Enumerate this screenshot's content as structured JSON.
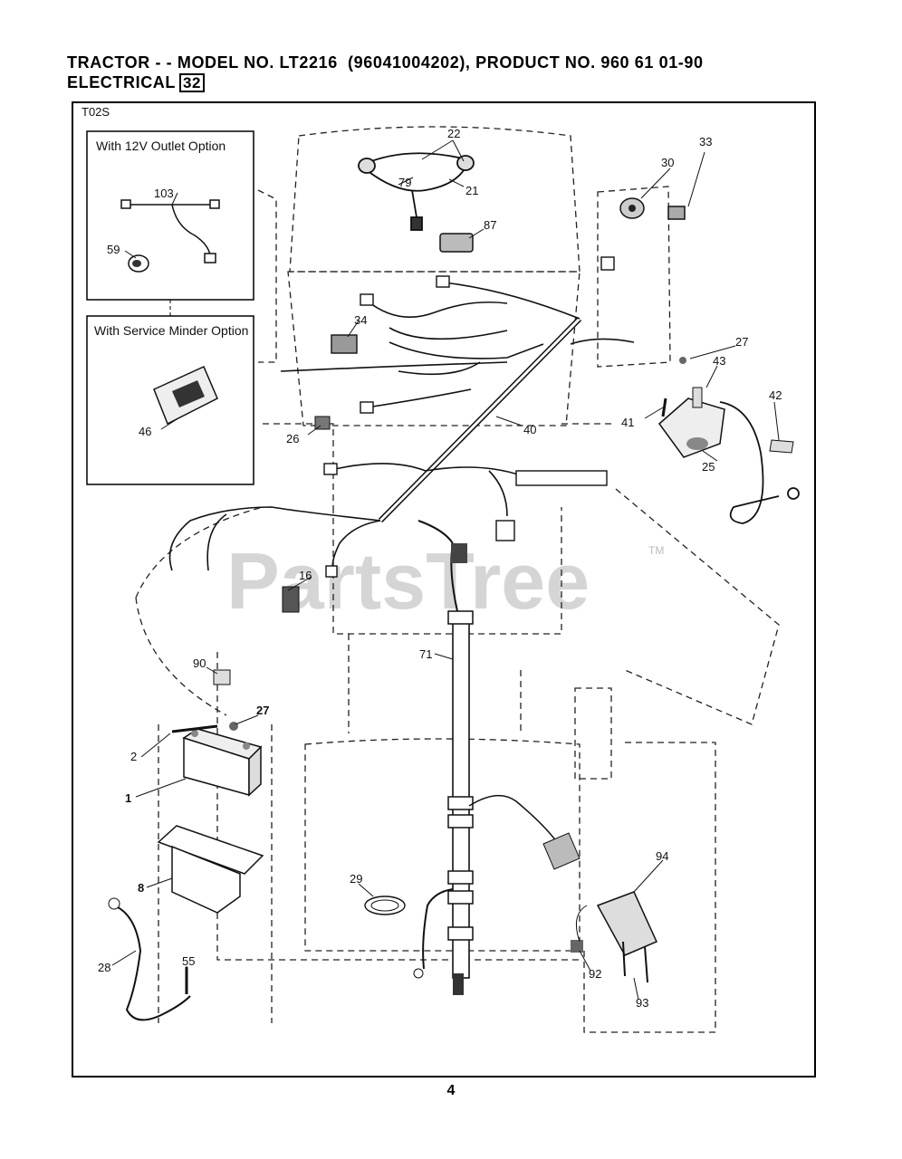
{
  "header": {
    "line1": "TRACTOR - - MODEL NO. LT2216  (96041004202), PRODUCT NO. 960 61 01-90",
    "section": "ELECTRICAL",
    "figure_number": "32"
  },
  "diagram": {
    "code": "T02S",
    "option_12v": "With 12V Outlet Option",
    "option_service": "With Service Minder Option",
    "watermark": "PartsTree",
    "watermark_tm": "TM"
  },
  "callouts": {
    "c1": "1",
    "c2": "2",
    "c8": "8",
    "c16": "16",
    "c21": "21",
    "c22": "22",
    "c25": "25",
    "c26": "26",
    "c27a": "27",
    "c27b": "27",
    "c28": "28",
    "c29": "29",
    "c30": "30",
    "c33": "33",
    "c34": "34",
    "c40": "40",
    "c41": "41",
    "c42": "42",
    "c43": "43",
    "c46": "46",
    "c55": "55",
    "c59": "59",
    "c71": "71",
    "c79": "79",
    "c87": "87",
    "c90": "90",
    "c92": "92",
    "c93": "93",
    "c94": "94",
    "c103": "103"
  },
  "page_number": "4"
}
